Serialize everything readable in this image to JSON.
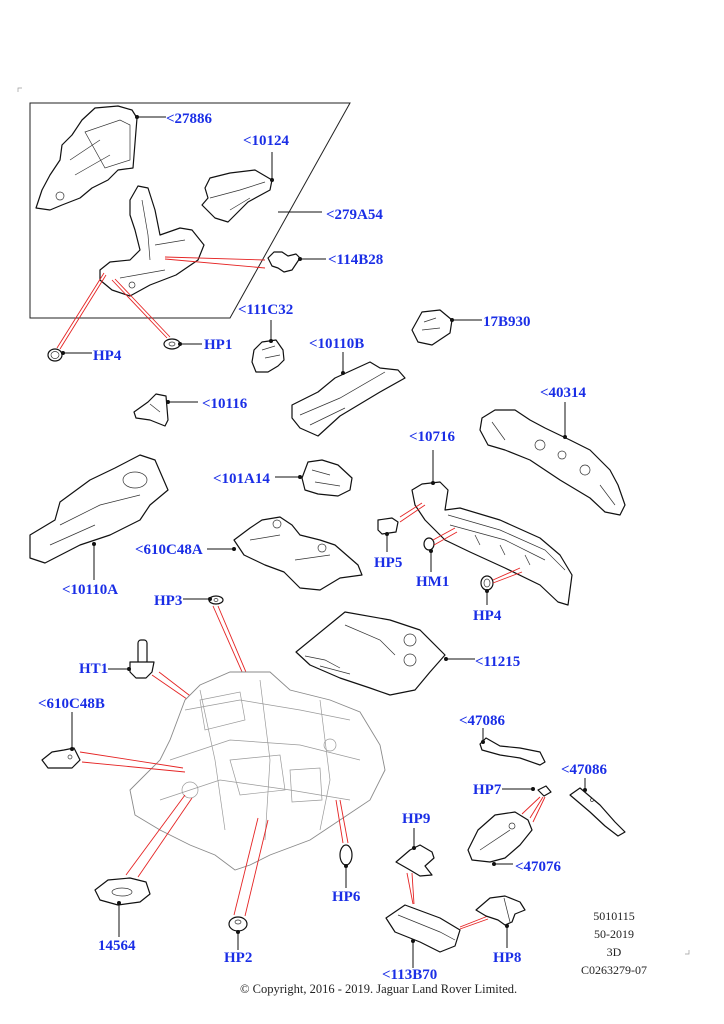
{
  "diagram": {
    "title": "Rear floor and body panels exploded view",
    "callouts": [
      {
        "id": "27886",
        "label": "<27886"
      },
      {
        "id": "10124",
        "label": "<10124"
      },
      {
        "id": "279A54",
        "label": "<279A54"
      },
      {
        "id": "114B28",
        "label": "<114B28"
      },
      {
        "id": "HP4-top",
        "label": "HP4"
      },
      {
        "id": "HP1",
        "label": "HP1"
      },
      {
        "id": "111C32",
        "label": "<111C32"
      },
      {
        "id": "17B930",
        "label": "17B930"
      },
      {
        "id": "10110B",
        "label": "<10110B"
      },
      {
        "id": "10116",
        "label": "<10116"
      },
      {
        "id": "40314",
        "label": "<40314"
      },
      {
        "id": "10716",
        "label": "<10716"
      },
      {
        "id": "101A14",
        "label": "<101A14"
      },
      {
        "id": "10110A",
        "label": "<10110A"
      },
      {
        "id": "610C48A",
        "label": "<610C48A"
      },
      {
        "id": "HP5",
        "label": "HP5"
      },
      {
        "id": "HM1",
        "label": "HM1"
      },
      {
        "id": "HP4-right",
        "label": "HP4"
      },
      {
        "id": "HP3",
        "label": "HP3"
      },
      {
        "id": "HT1",
        "label": "HT1"
      },
      {
        "id": "11215",
        "label": "<11215"
      },
      {
        "id": "610C48B",
        "label": "<610C48B"
      },
      {
        "id": "47086-a",
        "label": "<47086"
      },
      {
        "id": "47086-b",
        "label": "<47086"
      },
      {
        "id": "HP7",
        "label": "HP7"
      },
      {
        "id": "HP9",
        "label": "HP9"
      },
      {
        "id": "47076",
        "label": "<47076"
      },
      {
        "id": "HP6",
        "label": "HP6"
      },
      {
        "id": "14564",
        "label": "14564"
      },
      {
        "id": "HP2",
        "label": "HP2"
      },
      {
        "id": "113B70",
        "label": "<113B70"
      },
      {
        "id": "HP8",
        "label": "HP8"
      }
    ]
  },
  "meta": {
    "line1": "5010115",
    "line2": "50-2019",
    "line3": "3D",
    "line4": "C0263279-07"
  },
  "footer": {
    "copyright": "© Copyright, 2016 - 2019. Jaguar Land Rover Limited."
  },
  "colors": {
    "callout_text": "#1a2ee6",
    "reference_line": "#e52424",
    "outline": "#111111"
  }
}
